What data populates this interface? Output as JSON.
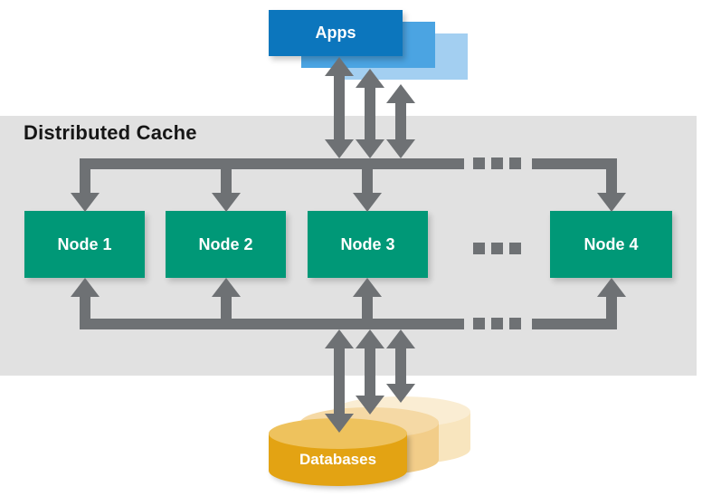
{
  "title": "Distributed Cache",
  "apps": {
    "label": "Apps"
  },
  "nodes": [
    {
      "label": "Node 1"
    },
    {
      "label": "Node 2"
    },
    {
      "label": "Node 3"
    },
    {
      "label": "Node 4"
    }
  ],
  "databases": {
    "label": "Databases"
  },
  "colors": {
    "background": "#FFFFFF",
    "band": "#E1E1E1",
    "arrow": "#6E7174",
    "node": "#009877",
    "node_text": "#FFFFFF",
    "title_text": "#161616",
    "app_front": "#0C76BD",
    "app_middle": "#4BA4E2",
    "app_back": "#A3CFF1",
    "db_front": "#E3A313",
    "db_front_top": "#EEC25D",
    "db_middle": "#F2CD89",
    "db_middle_top": "#F5D9A5",
    "db_back": "#F8E5BE",
    "db_back_top": "#FAEDD3"
  }
}
